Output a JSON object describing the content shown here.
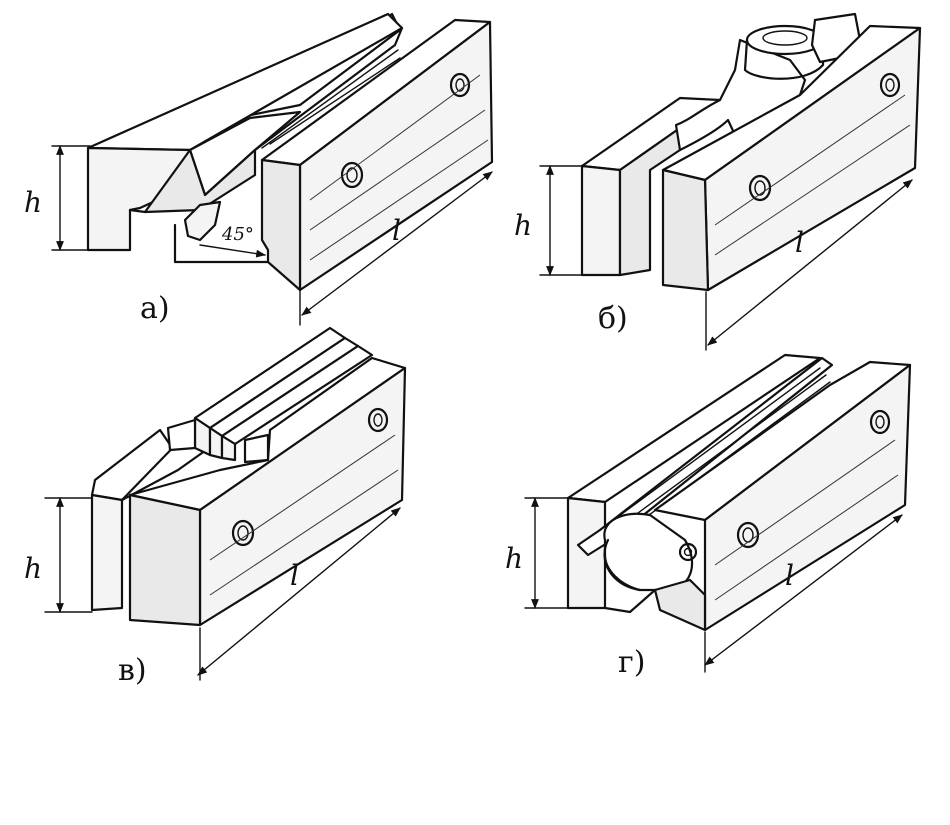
{
  "panels": [
    {
      "id": "a",
      "label": "а)",
      "height_label": "h",
      "length_label": "l",
      "angle_label": "45°"
    },
    {
      "id": "b",
      "label": "б)",
      "height_label": "h",
      "length_label": "l"
    },
    {
      "id": "v",
      "label": "в)",
      "height_label": "h",
      "length_label": "l"
    },
    {
      "id": "g",
      "label": "г)",
      "height_label": "h",
      "length_label": "l"
    }
  ],
  "colors": {
    "ink": "#111111",
    "paper": "#ffffff"
  }
}
